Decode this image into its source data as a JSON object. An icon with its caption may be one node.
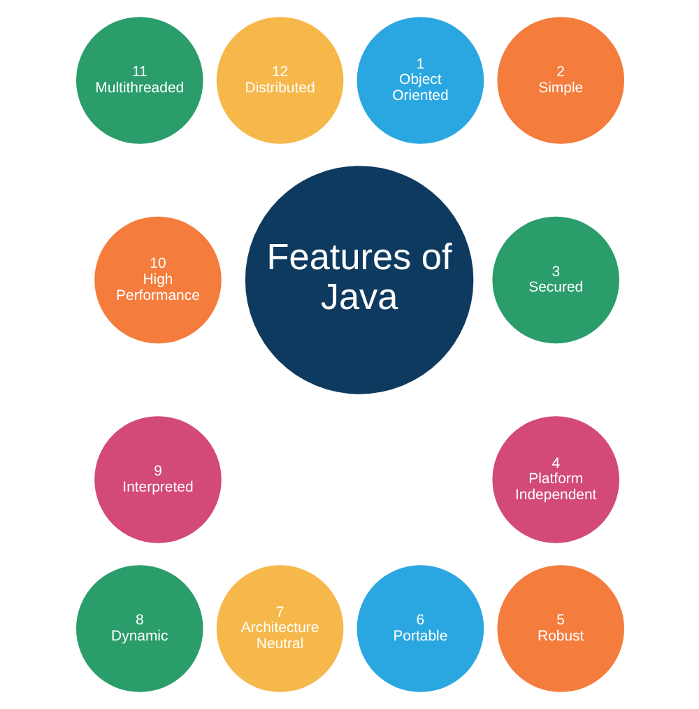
{
  "diagram": {
    "nodes": [
      {
        "text": [
          "Features of Java"
        ]
      },
      {
        "text": [
          "1",
          "Object Oriented"
        ]
      },
      {
        "text": [
          "2",
          "Simple"
        ]
      },
      {
        "text": [
          "3",
          "Secured"
        ]
      },
      {
        "text": [
          "4",
          "Platform Independent"
        ]
      },
      {
        "text": [
          "5",
          "Robust"
        ]
      },
      {
        "text": [
          "6",
          "Portable"
        ]
      },
      {
        "text": [
          "7",
          "Architecture Neutral"
        ]
      },
      {
        "text": [
          "8",
          "Dynamic"
        ]
      },
      {
        "text": [
          "9",
          "Interpreted"
        ]
      },
      {
        "text": [
          "10",
          "High Performance"
        ]
      },
      {
        "text": [
          "11",
          "Multithreaded"
        ]
      },
      {
        "text": [
          "12",
          "Distributed"
        ]
      }
    ],
    "edges": []
  }
}
